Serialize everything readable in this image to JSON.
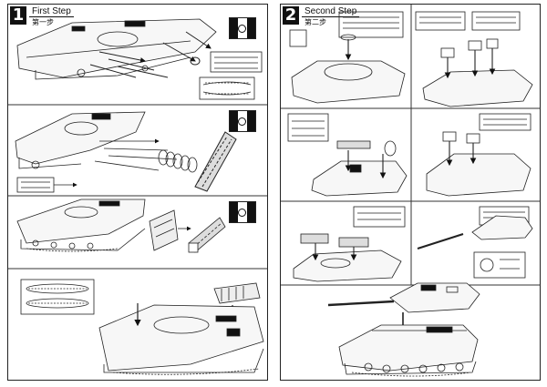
{
  "steps": [
    {
      "number": "1",
      "title": "First Step",
      "subtitle": "第一步"
    },
    {
      "number": "2",
      "title": "Second Step",
      "subtitle": "第二步"
    }
  ]
}
